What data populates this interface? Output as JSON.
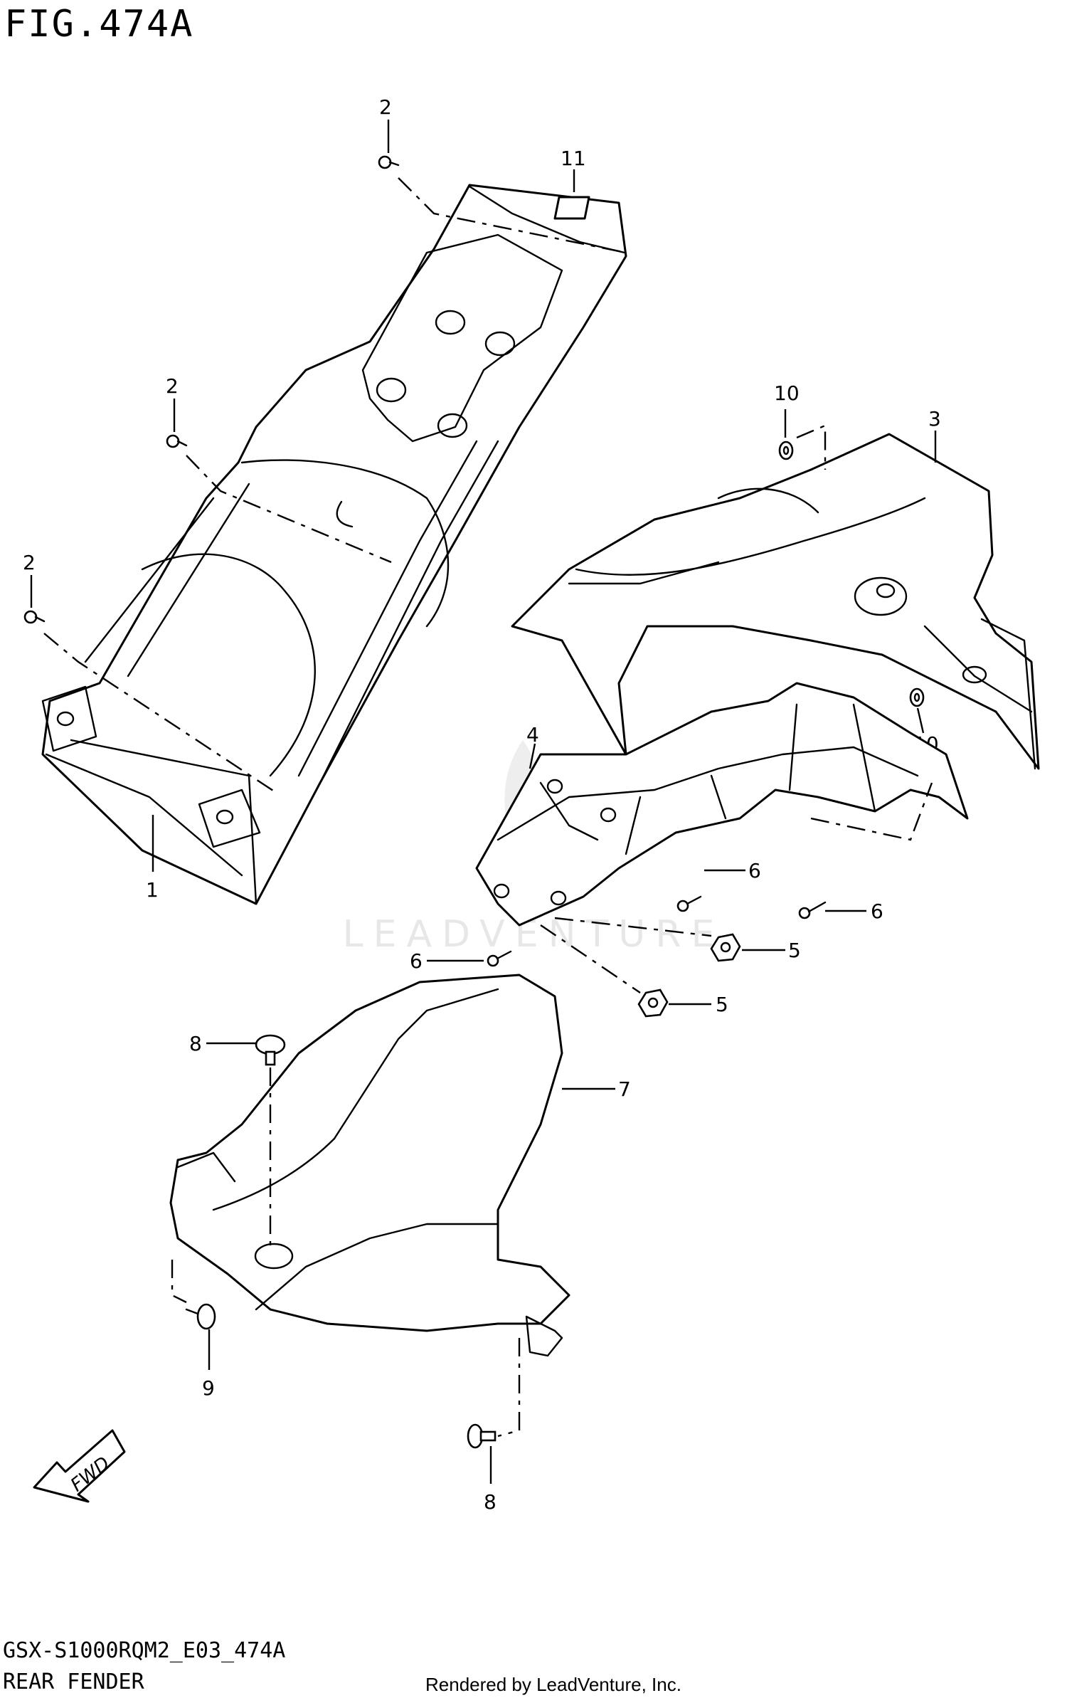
{
  "header": {
    "figure_title": "FIG.474A"
  },
  "footer": {
    "model_code": "GSX-S1000RQM2_E03_474A",
    "section_name": "REAR FENDER",
    "credit": "Rendered by LeadVenture, Inc."
  },
  "watermark": {
    "text": "LEADVENTURE"
  },
  "callouts": [
    "1",
    "2",
    "2",
    "2",
    "3",
    "4",
    "5",
    "5",
    "6",
    "6",
    "6",
    "7",
    "8",
    "8",
    "9",
    "10",
    "10",
    "11"
  ],
  "fwd_label": "FWD",
  "colors": {
    "line": "#000000",
    "background": "#ffffff",
    "watermark": "#e6e6e6"
  }
}
